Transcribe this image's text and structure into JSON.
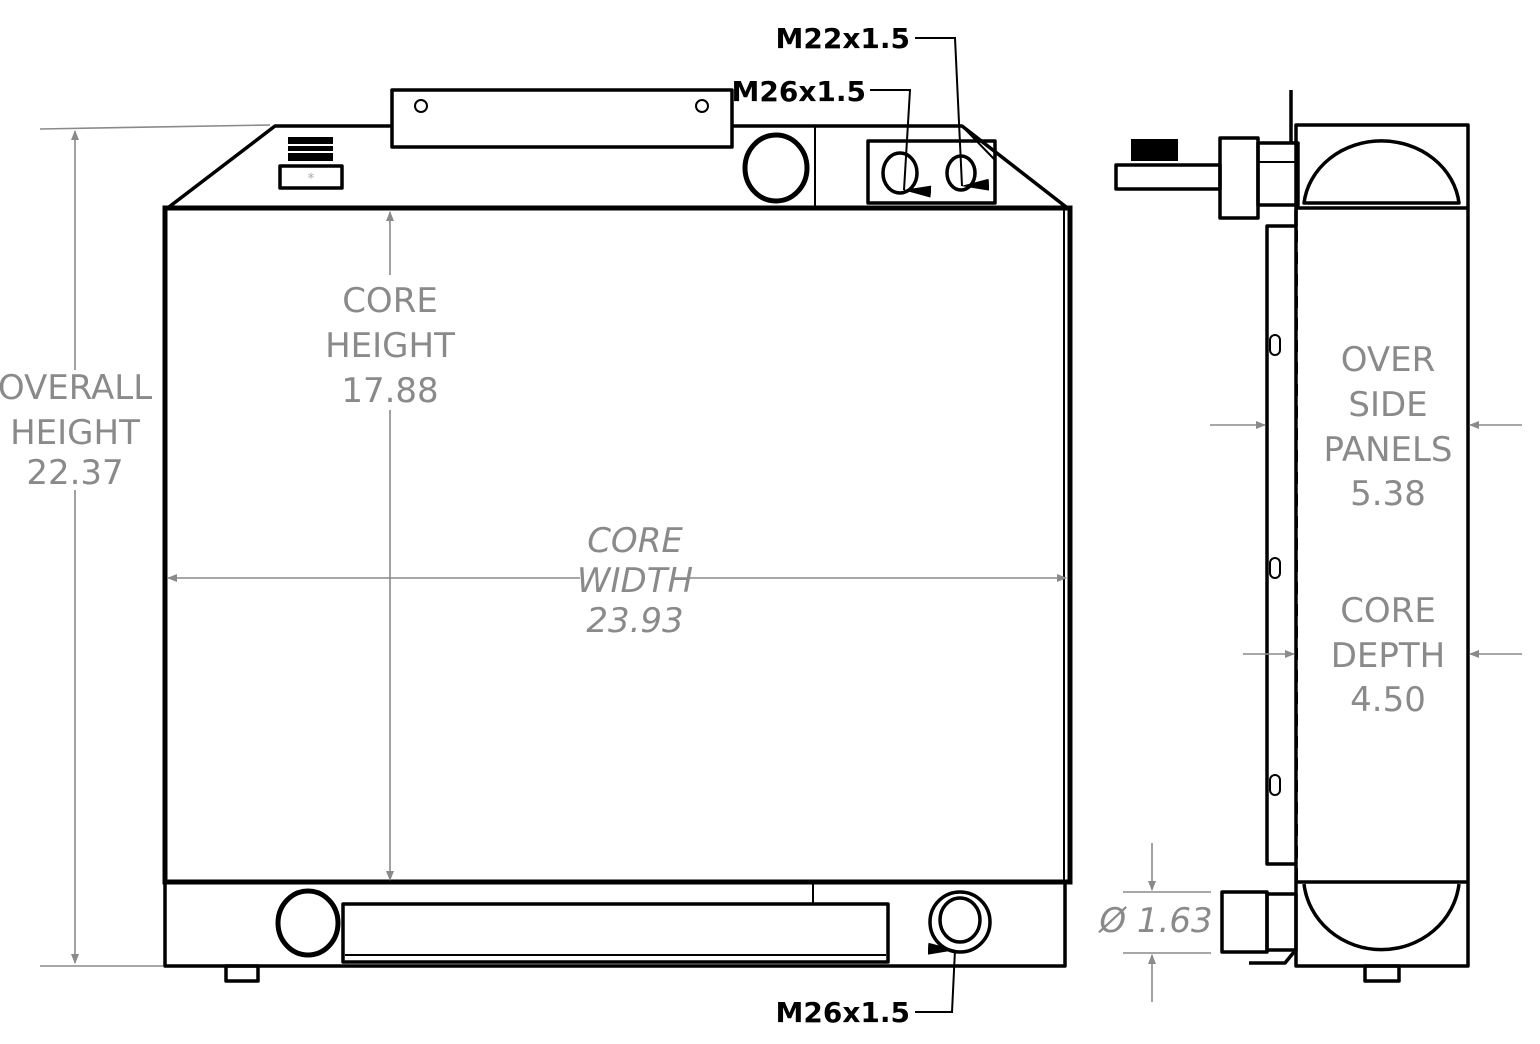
{
  "front_view": {
    "overall_height": {
      "line1": "OVERALL",
      "line2": "HEIGHT",
      "value": "22.37"
    },
    "core_height": {
      "line1": "CORE",
      "line2": "HEIGHT",
      "value": "17.88"
    },
    "core_width": {
      "line1": "CORE",
      "line2": "WIDTH",
      "value": "23.93"
    },
    "callouts": {
      "top_right": "M22x1.5",
      "top_left": "M26x1.5",
      "bottom": "M26x1.5"
    }
  },
  "side_view": {
    "over_side_panels": {
      "line1": "OVER",
      "line2": "SIDE",
      "line3": "PANELS",
      "value": "5.38"
    },
    "core_depth": {
      "line1": "CORE",
      "line2": "DEPTH",
      "value": "4.50"
    },
    "port_diameter": "Ø 1.63"
  }
}
